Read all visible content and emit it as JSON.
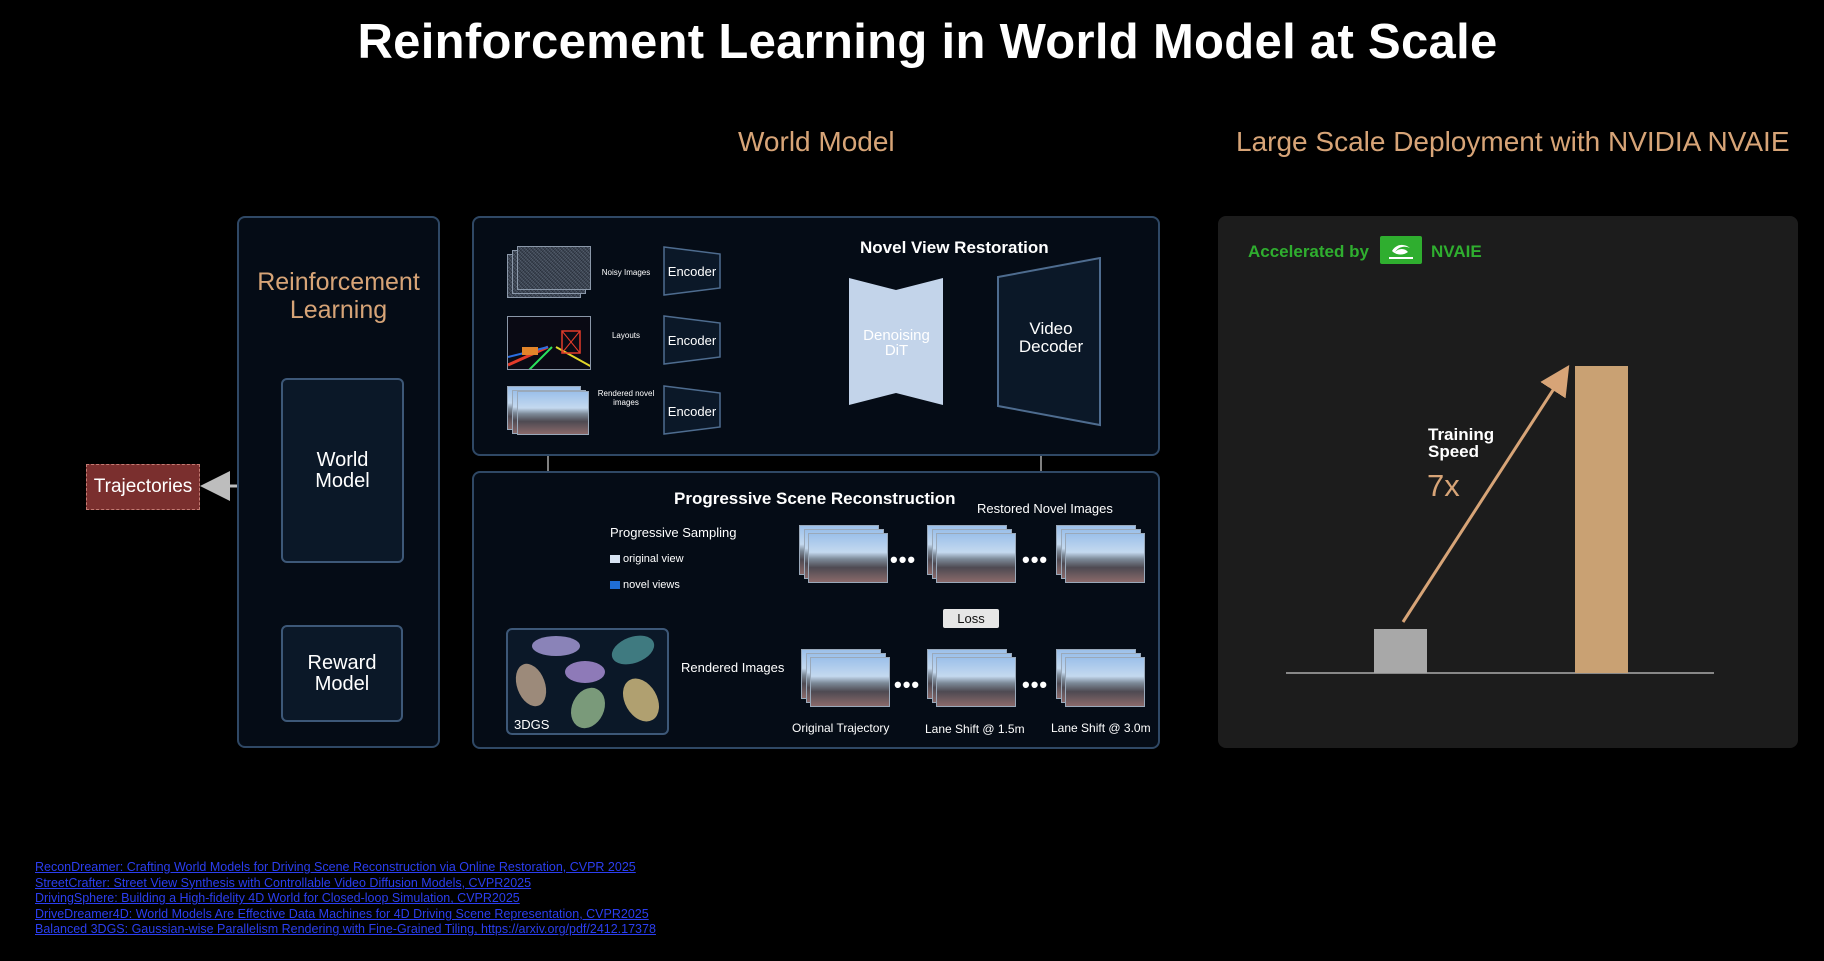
{
  "title": "Reinforcement Learning in World Model at Scale",
  "headers": {
    "world_model": "World Model",
    "deployment": "Large Scale Deployment with NVIDIA NVAIE"
  },
  "rl": {
    "title": "Reinforcement Learning",
    "world_model": "World Model",
    "reward_model": "Reward Model",
    "trajectories": "Trajectories"
  },
  "nvr": {
    "title": "Novel View Restoration",
    "inputs": [
      {
        "label": "Noisy Images",
        "encoder": "Encoder"
      },
      {
        "label": "Layouts",
        "encoder": "Encoder"
      },
      {
        "label": "Rendered novel images",
        "encoder": "Encoder"
      }
    ],
    "denoise": "Denoising DiT",
    "decoder": "Video Decoder"
  },
  "psr": {
    "title": "Progressive Scene Reconstruction",
    "sampling": "Progressive Sampling",
    "legend_original": "original view",
    "legend_novel": "novel views",
    "restored": "Restored Novel Images",
    "rendered": "Rendered Images",
    "loss": "Loss",
    "gs_label": "3DGS",
    "captions": [
      "Original Trajectory",
      "Lane Shift @ 1.5m",
      "Lane Shift @ 3.0m"
    ],
    "ellipsis": "•••"
  },
  "deployment": {
    "accelerated_by": "Accelerated by",
    "nvaie": "NVAIE",
    "speed_label": "Training Speed",
    "speed_value": "7x",
    "colors": {
      "baseline": "#a8a8a8",
      "accelerated": "#c9a173",
      "accent": "#2fae2f"
    },
    "chart_data": {
      "type": "bar",
      "categories": [
        "",
        ""
      ],
      "values": [
        1,
        7
      ],
      "title": "",
      "xlabel": "",
      "ylabel": "",
      "annotation": "Training Speed 7x"
    }
  },
  "references": [
    "ReconDreamer: Crafting World Models for Driving Scene Reconstruction via Online Restoration, CVPR 2025",
    "StreetCrafter: Street View Synthesis with Controllable Video Diffusion Models, CVPR2025",
    "DrivingSphere: Building a High-fidelity 4D World for Closed-loop Simulation,  CVPR2025",
    "DriveDreamer4D: World Models Are Effective Data Machines for 4D Driving Scene Representation,  CVPR2025",
    "Balanced 3DGS: Gaussian-wise Parallelism Rendering with Fine-Grained Tiling, https://arxiv.org/pdf/2412.17378"
  ]
}
